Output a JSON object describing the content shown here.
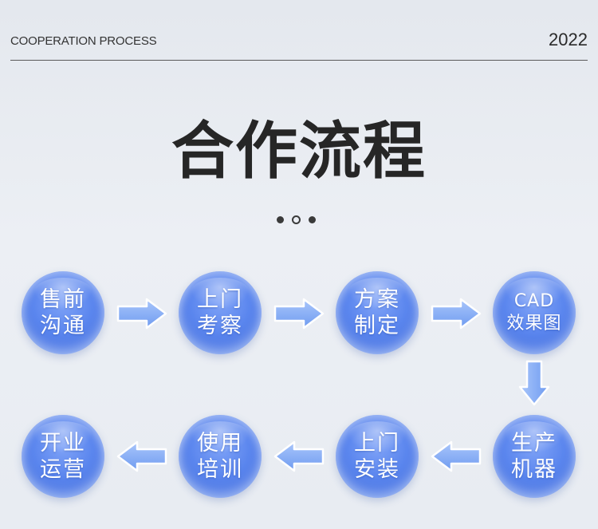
{
  "header": {
    "subtitle": "COOPERATION PROCESS",
    "year": "2022"
  },
  "title": "合作流程",
  "colors": {
    "circle": "#5b86ee",
    "arrow": "#7fa8f0",
    "title": "#262626"
  },
  "steps": [
    {
      "line1": "售前",
      "line2": "沟通"
    },
    {
      "line1": "上门",
      "line2": "考察"
    },
    {
      "line1": "方案",
      "line2": "制定"
    },
    {
      "line1": "CAD",
      "line2": "效果图"
    },
    {
      "line1": "生产",
      "line2": "机器"
    },
    {
      "line1": "上门",
      "line2": "安装"
    },
    {
      "line1": "使用",
      "line2": "培训"
    },
    {
      "line1": "开业",
      "line2": "运营"
    }
  ],
  "arrows": {
    "right": "arrow-right-icon",
    "down": "arrow-down-icon",
    "left": "arrow-left-icon"
  }
}
